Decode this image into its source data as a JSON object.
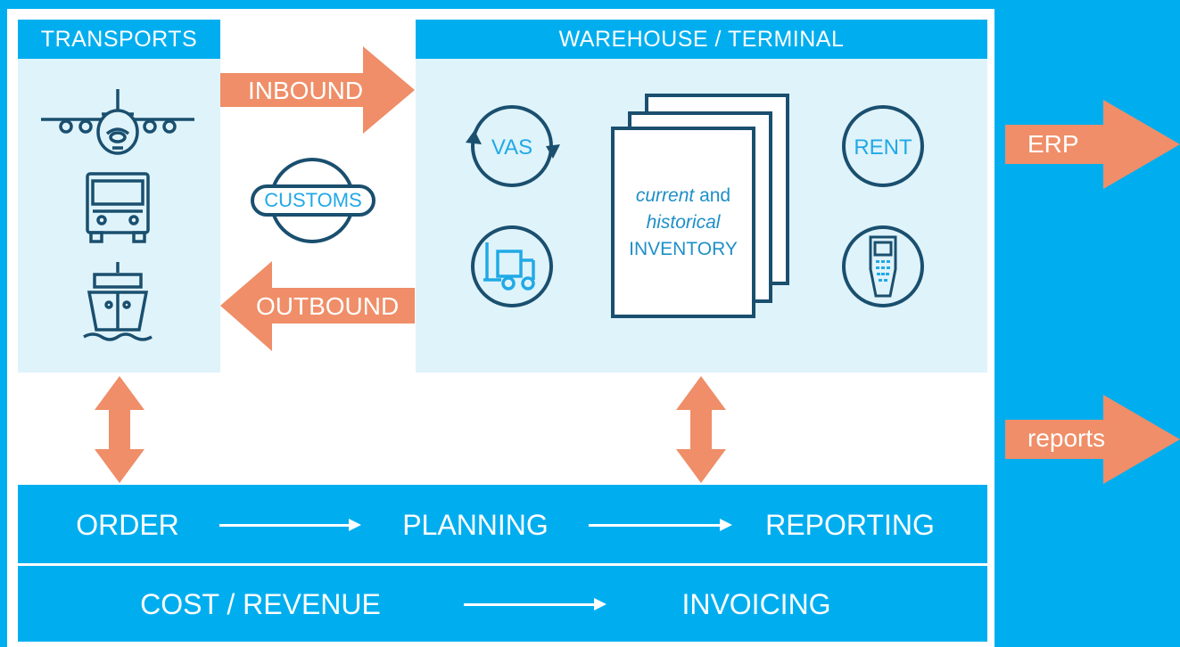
{
  "colors": {
    "background": "#00aeef",
    "panel": "#dff3fb",
    "arrow": "#ef8e68",
    "outline": "#1a4f6e",
    "icon_text": "#21a9e6"
  },
  "transports": {
    "title": "TRANSPORTS",
    "icons": [
      "airplane-icon",
      "truck-icon",
      "ship-icon"
    ]
  },
  "warehouse": {
    "title": "WAREHOUSE / TERMINAL",
    "vas": "VAS",
    "rent": "RENT",
    "inventory": {
      "line1_italic": "current",
      "line1_rest": " and",
      "line2_italic": "historical",
      "line3": "INVENTORY"
    },
    "icons": [
      "forklift-icon",
      "handheld-scanner-icon"
    ]
  },
  "flows": {
    "inbound": "INBOUND",
    "outbound": "OUTBOUND",
    "customs": "CUSTOMS"
  },
  "outputs": {
    "erp": "ERP",
    "reports": "reports"
  },
  "process_row_1": {
    "steps": [
      "ORDER",
      "PLANNING",
      "REPORTING"
    ]
  },
  "process_row_2": {
    "steps": [
      "COST / REVENUE",
      "INVOICING"
    ]
  }
}
